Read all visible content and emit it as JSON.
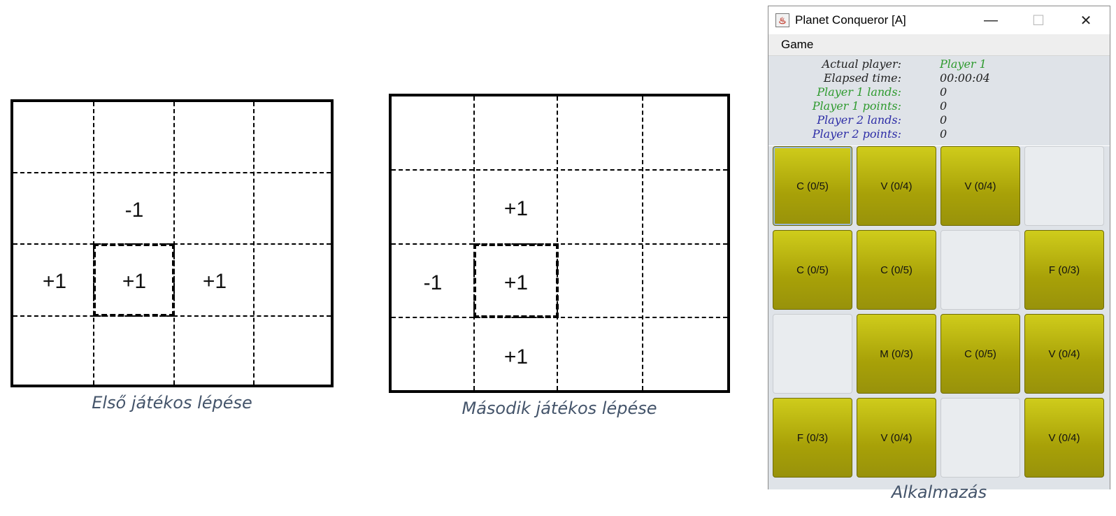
{
  "diagrams": [
    {
      "caption": "Első játékos lépése",
      "cells": {
        "top": "-1",
        "left": "+1",
        "center": "+1",
        "right": "+1"
      }
    },
    {
      "caption": "Második játékos lépése",
      "cells": {
        "top": "+1",
        "left": "-1",
        "center": "+1",
        "bottom": "+1"
      }
    }
  ],
  "window": {
    "title": "Planet Conqueror [A]",
    "icon": "java-cup-icon",
    "controls": {
      "minimize": "—",
      "maximize": "☐",
      "close": "✕"
    },
    "menu": [
      "Game"
    ],
    "status": [
      {
        "label": "Actual player:",
        "value": "Player 1",
        "label_color": "#222222",
        "value_color": "#2e9a2e"
      },
      {
        "label": "Elapsed time:",
        "value": "00:00:04",
        "label_color": "#222222",
        "value_color": "#222222"
      },
      {
        "label": "Player 1 lands:",
        "value": "0",
        "label_color": "#2e9a2e",
        "value_color": "#222222"
      },
      {
        "label": "Player 1 points:",
        "value": "0",
        "label_color": "#2e9a2e",
        "value_color": "#222222"
      },
      {
        "label": "Player 2 lands:",
        "value": "0",
        "label_color": "#2c2ca6",
        "value_color": "#222222"
      },
      {
        "label": "Player 2 points:",
        "value": "0",
        "label_color": "#2c2ca6",
        "value_color": "#222222"
      }
    ],
    "board": [
      [
        "C (0/5)",
        "V (0/4)",
        "V (0/4)",
        ""
      ],
      [
        "C (0/5)",
        "C (0/5)",
        "",
        "F (0/3)"
      ],
      [
        "",
        "M (0/3)",
        "C (0/5)",
        "V (0/4)"
      ],
      [
        "F (0/3)",
        "V (0/4)",
        "",
        "V (0/4)"
      ]
    ],
    "colors": {
      "owned": "#b3ad10",
      "empty": "#e9ecef"
    }
  },
  "window_caption": "Alkalmazás"
}
